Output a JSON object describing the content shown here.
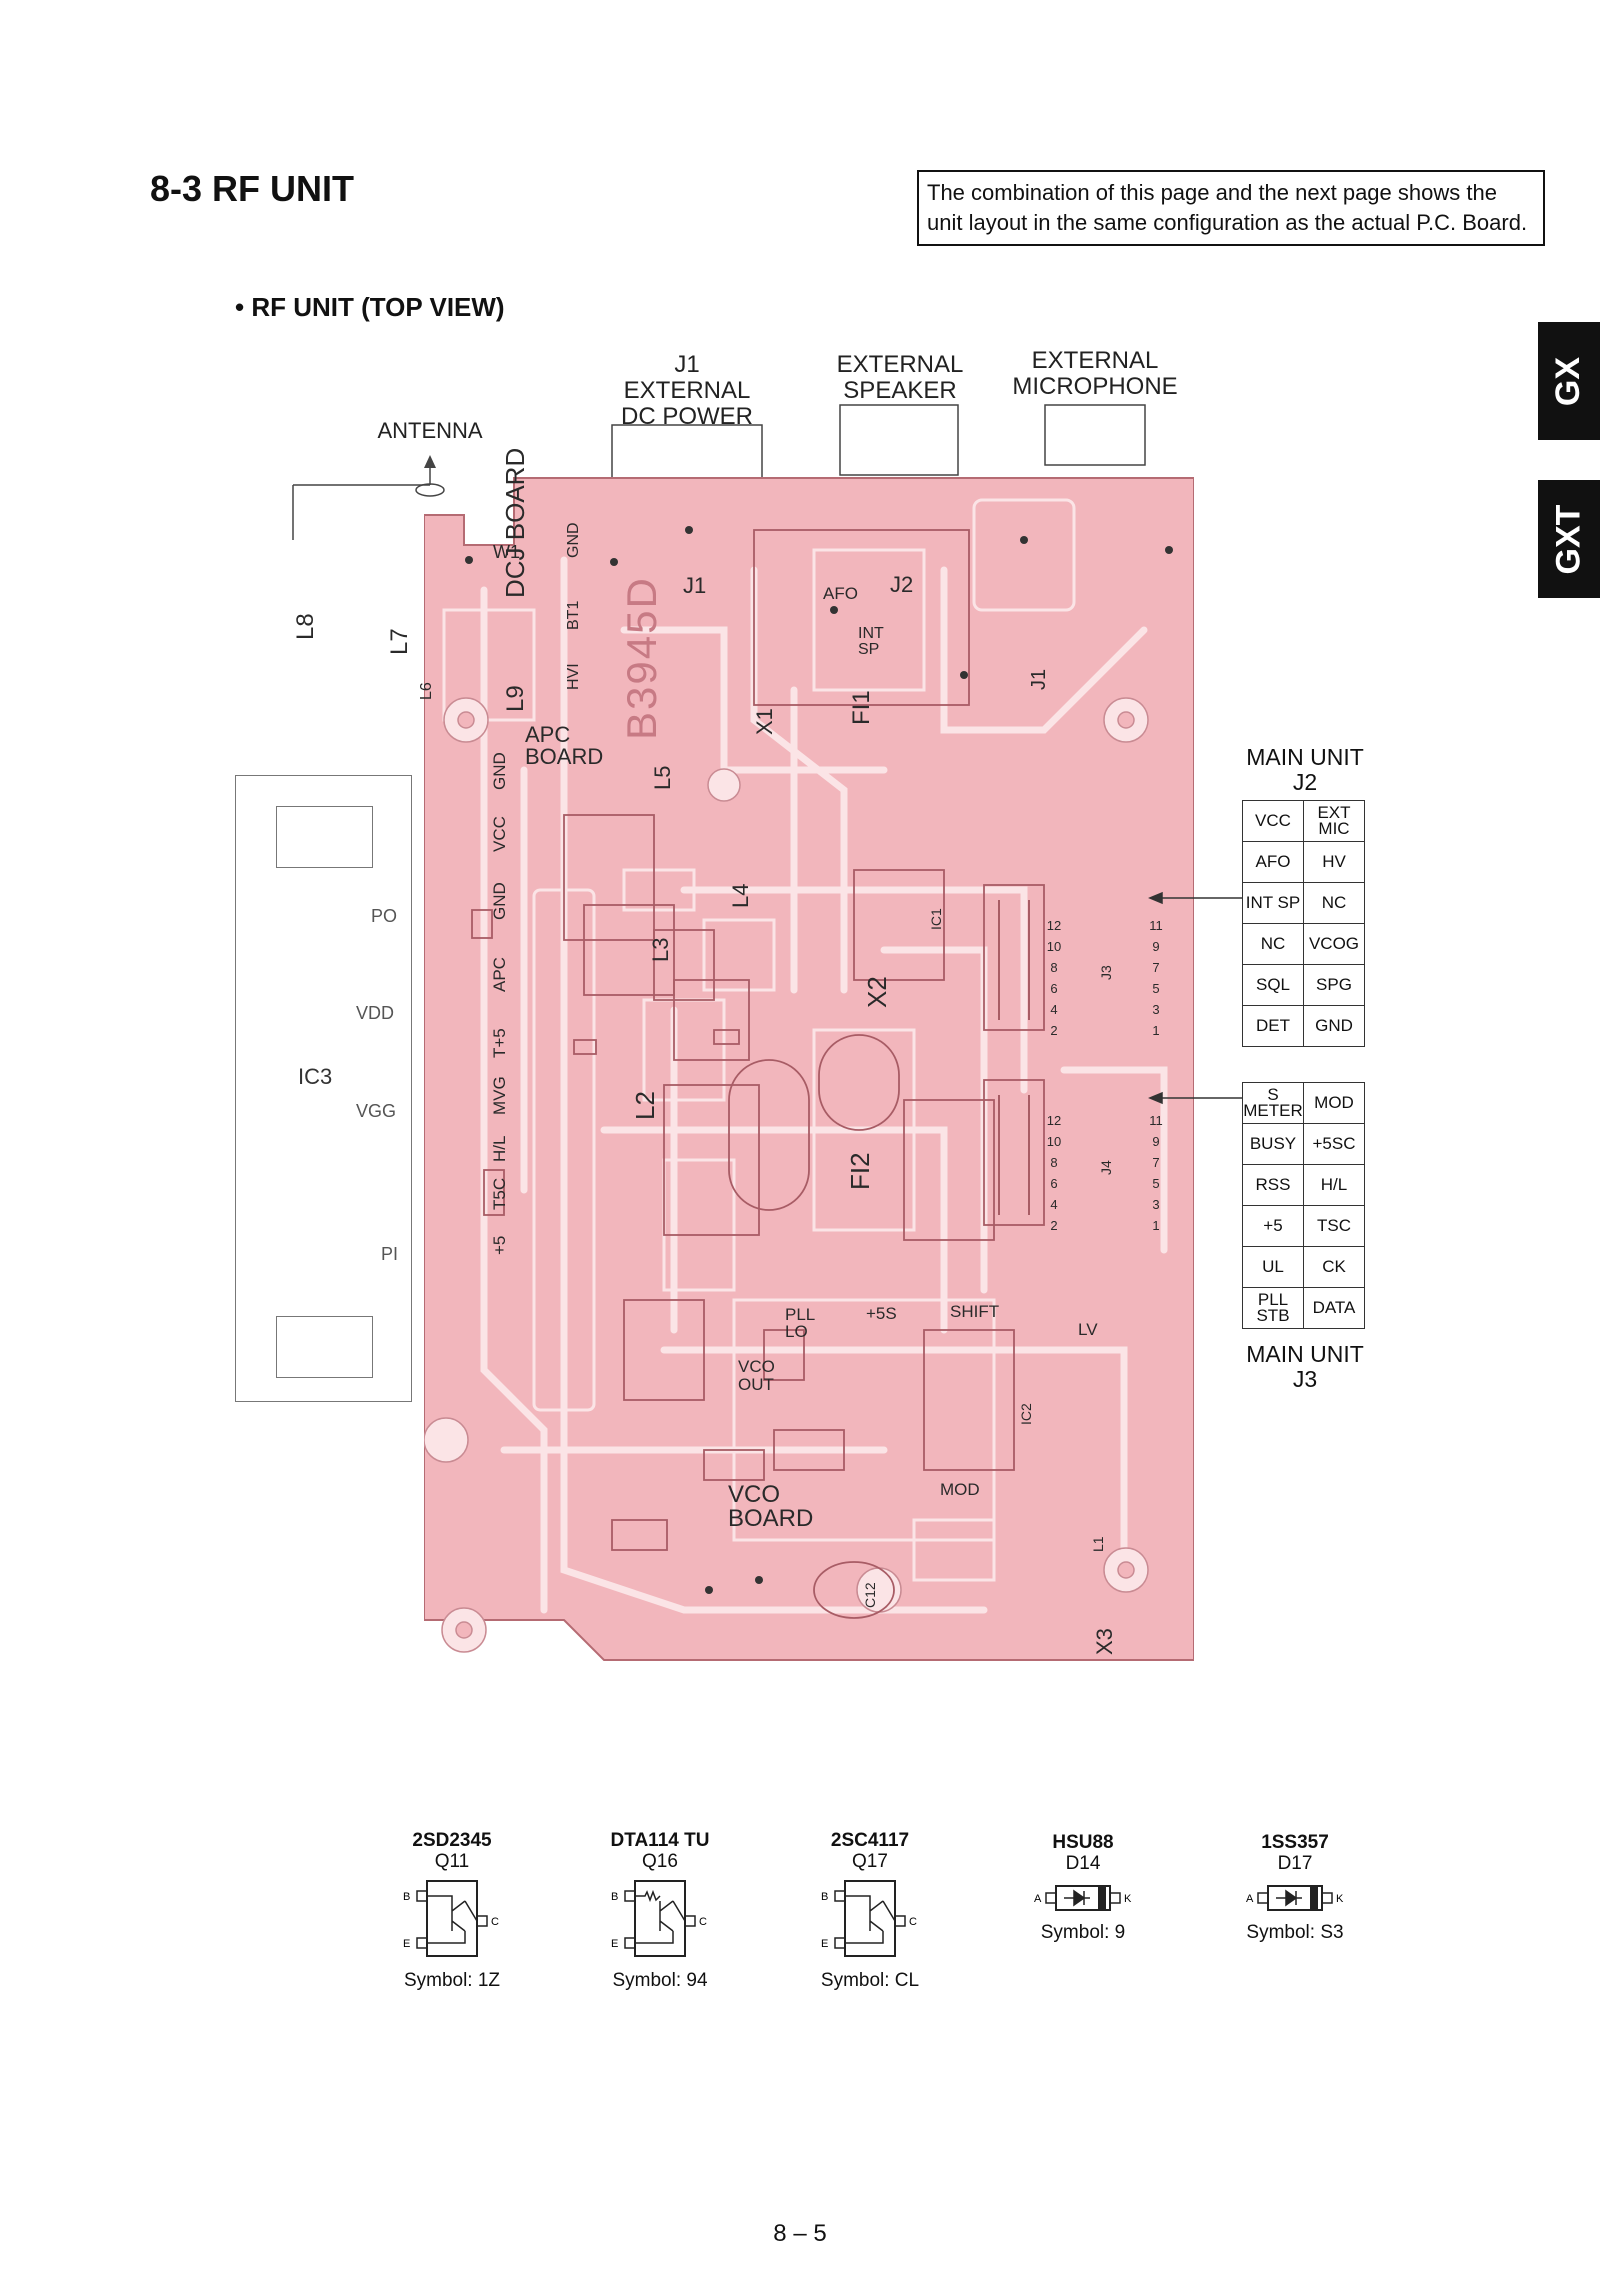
{
  "header": {
    "section_title": "8-3  RF UNIT",
    "note": "The combination of this page and the next page shows the unit layout in the same configuration as the actual P.C. Board.",
    "subtitle": "• RF UNIT (TOP VIEW)"
  },
  "side_tabs": [
    "GX",
    "GXT"
  ],
  "connectors": {
    "j1_line1": "J1",
    "j1_line2": "EXTERNAL",
    "j1_line3": "DC POWER",
    "speaker_line1": "EXTERNAL",
    "speaker_line2": "SPEAKER",
    "mic_line1": "EXTERNAL",
    "mic_line2": "MICROPHONE",
    "antenna": "ANTENNA"
  },
  "ic3": {
    "label": "IC3",
    "pins": [
      "PO",
      "VDD",
      "VGG",
      "PI"
    ]
  },
  "board_labels": {
    "w1": "W1",
    "dcj_board": "DCJ BOARD",
    "hv1": "HVI",
    "bt1": "BT1",
    "gnd": "GND",
    "j1": "J1",
    "code": "B3945D",
    "apc_board_1": "APC",
    "apc_board_2": "BOARD",
    "l5": "L5",
    "apc_pins": [
      "GND",
      "VCC",
      "GND",
      "APC",
      "T+5",
      "MVG",
      "H/L",
      "T5C",
      "+5"
    ],
    "afo": "AFO",
    "j2": "J2",
    "int": "INT",
    "sp": "SP",
    "j1_small": "J1",
    "x1": "X1",
    "fi1": "FI1",
    "l4": "L4",
    "l3": "L3",
    "l2": "L2",
    "x2": "X2",
    "fi2": "FI2",
    "ic1": "IC1",
    "l8": "L8",
    "l7": "L7",
    "l9": "L9",
    "l6": "L6",
    "pll_1": "PLL",
    "pll_2": "LO",
    "plus5s": "+5S",
    "shift": "SHIFT",
    "lv": "LV",
    "vco_out_1": "VCO",
    "vco_out_2": "OUT",
    "vco_board_1": "VCO",
    "vco_board_2": "BOARD",
    "mod": "MOD",
    "x3": "X3",
    "ic2": "IC2",
    "c12": "C12",
    "l1": "L1",
    "j3_pins_left": [
      "12",
      "10",
      "8",
      "6",
      "4",
      "2"
    ],
    "j3_pins_right": [
      "11",
      "9",
      "7",
      "5",
      "3",
      "1"
    ],
    "j3": "J3",
    "j4": "J4"
  },
  "main_unit_j2": {
    "title_line1": "MAIN UNIT",
    "title_line2": "J2",
    "rows": [
      [
        "VCC",
        "EXT MIC"
      ],
      [
        "AFO",
        "HV"
      ],
      [
        "INT SP",
        "NC"
      ],
      [
        "NC",
        "VCOG"
      ],
      [
        "SQL",
        "SPG"
      ],
      [
        "DET",
        "GND"
      ]
    ]
  },
  "main_unit_j3": {
    "title_line1": "MAIN UNIT",
    "title_line2": "J3",
    "rows": [
      [
        "S METER",
        "MOD"
      ],
      [
        "BUSY",
        "+5SC"
      ],
      [
        "RSS",
        "H/L"
      ],
      [
        "+5",
        "TSC"
      ],
      [
        "UL",
        "CK"
      ],
      [
        "PLL STB",
        "DATA"
      ]
    ]
  },
  "components": [
    {
      "part": "2SD2345",
      "ref": "Q11",
      "symbol": "Symbol: 1Z",
      "type": "transistor",
      "pins": [
        "B",
        "C",
        "E"
      ]
    },
    {
      "part": "DTA114 TU",
      "ref": "Q16",
      "symbol": "Symbol: 94",
      "type": "transistor",
      "pins": [
        "B",
        "C",
        "E"
      ]
    },
    {
      "part": "2SC4117",
      "ref": "Q17",
      "symbol": "Symbol: CL",
      "type": "transistor",
      "pins": [
        "B",
        "C",
        "E"
      ]
    },
    {
      "part": "HSU88",
      "ref": "D14",
      "symbol": "Symbol: 9",
      "type": "diode",
      "pins": [
        "A",
        "K"
      ]
    },
    {
      "part": "1SS357",
      "ref": "D17",
      "symbol": "Symbol: S3",
      "type": "diode",
      "pins": [
        "A",
        "K"
      ]
    }
  ],
  "page_number": "8 – 5",
  "colors": {
    "pcb": "#f2b6bc",
    "trace": "#fbe4e6",
    "ink": "#111111",
    "tab_bg": "#111111"
  }
}
